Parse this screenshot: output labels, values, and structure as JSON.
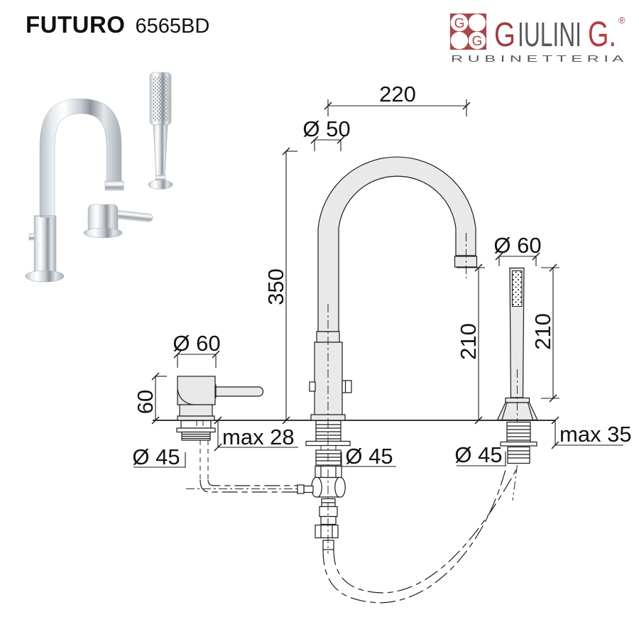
{
  "header": {
    "series": "FUTURO",
    "code": "6565BD"
  },
  "logo": {
    "mark_g1": "G",
    "mark_g2": "G",
    "initial": "G",
    "rest": "IULINI",
    "final": "G.",
    "registered": "®",
    "subtitle": "R U B I N E T T E R I A",
    "colors": {
      "square_red": "#A9474B",
      "initial_red": "#9C3D42",
      "final_red": "#B23E44",
      "gray": "#58585A"
    }
  },
  "drawing": {
    "line_color": "#1B1B1B",
    "fill_color": "#E9E9E9",
    "dims": {
      "spout_reach": "220",
      "spout_tube_diameter": "Ø 50",
      "spout_height": "350",
      "spout_outlet_to_deck": "210",
      "handshower_diameter": "Ø 60",
      "handshower_length": "210",
      "handle_diameter": "Ø 60",
      "handle_height": "60",
      "max_deck_left": "max 28",
      "max_deck_right": "max 35",
      "hole_left": "Ø 45",
      "hole_center": "Ø 45",
      "hole_right": "Ø 45"
    }
  }
}
